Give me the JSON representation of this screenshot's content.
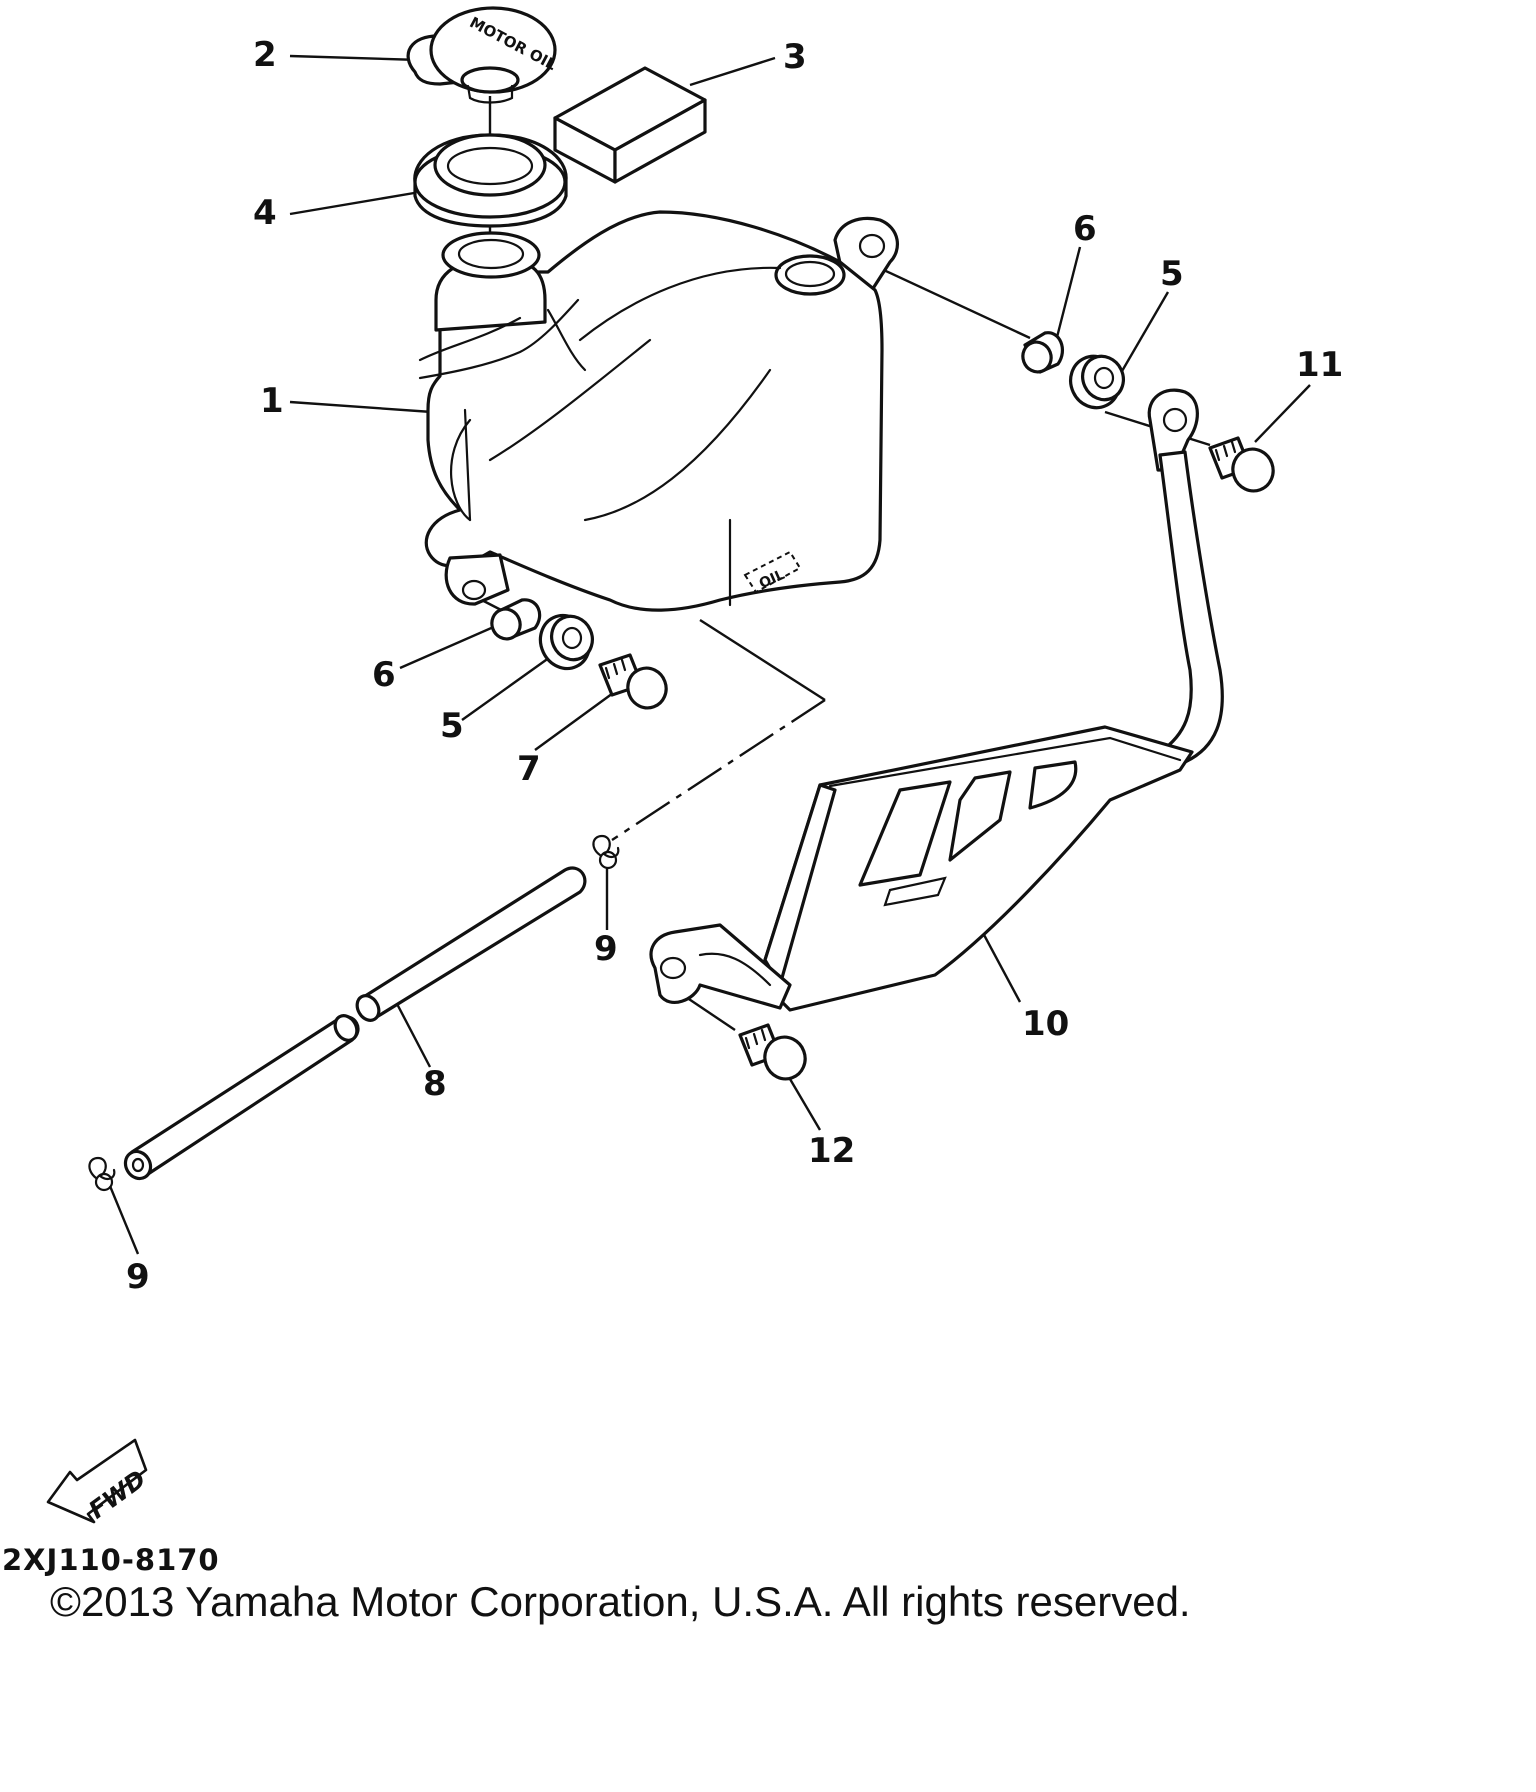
{
  "diagram": {
    "callouts": [
      "1",
      "2",
      "3",
      "4",
      "5",
      "5",
      "6",
      "6",
      "7",
      "8",
      "9",
      "9",
      "10",
      "11",
      "12"
    ],
    "cap_text": "MOTOR OIL",
    "tank_mark": "OIL",
    "fwd_label": "FWD"
  },
  "footer": {
    "code": "2XJ110-8170",
    "copyright": "©2013 Yamaha Motor Corporation, U.S.A. All rights reserved."
  }
}
